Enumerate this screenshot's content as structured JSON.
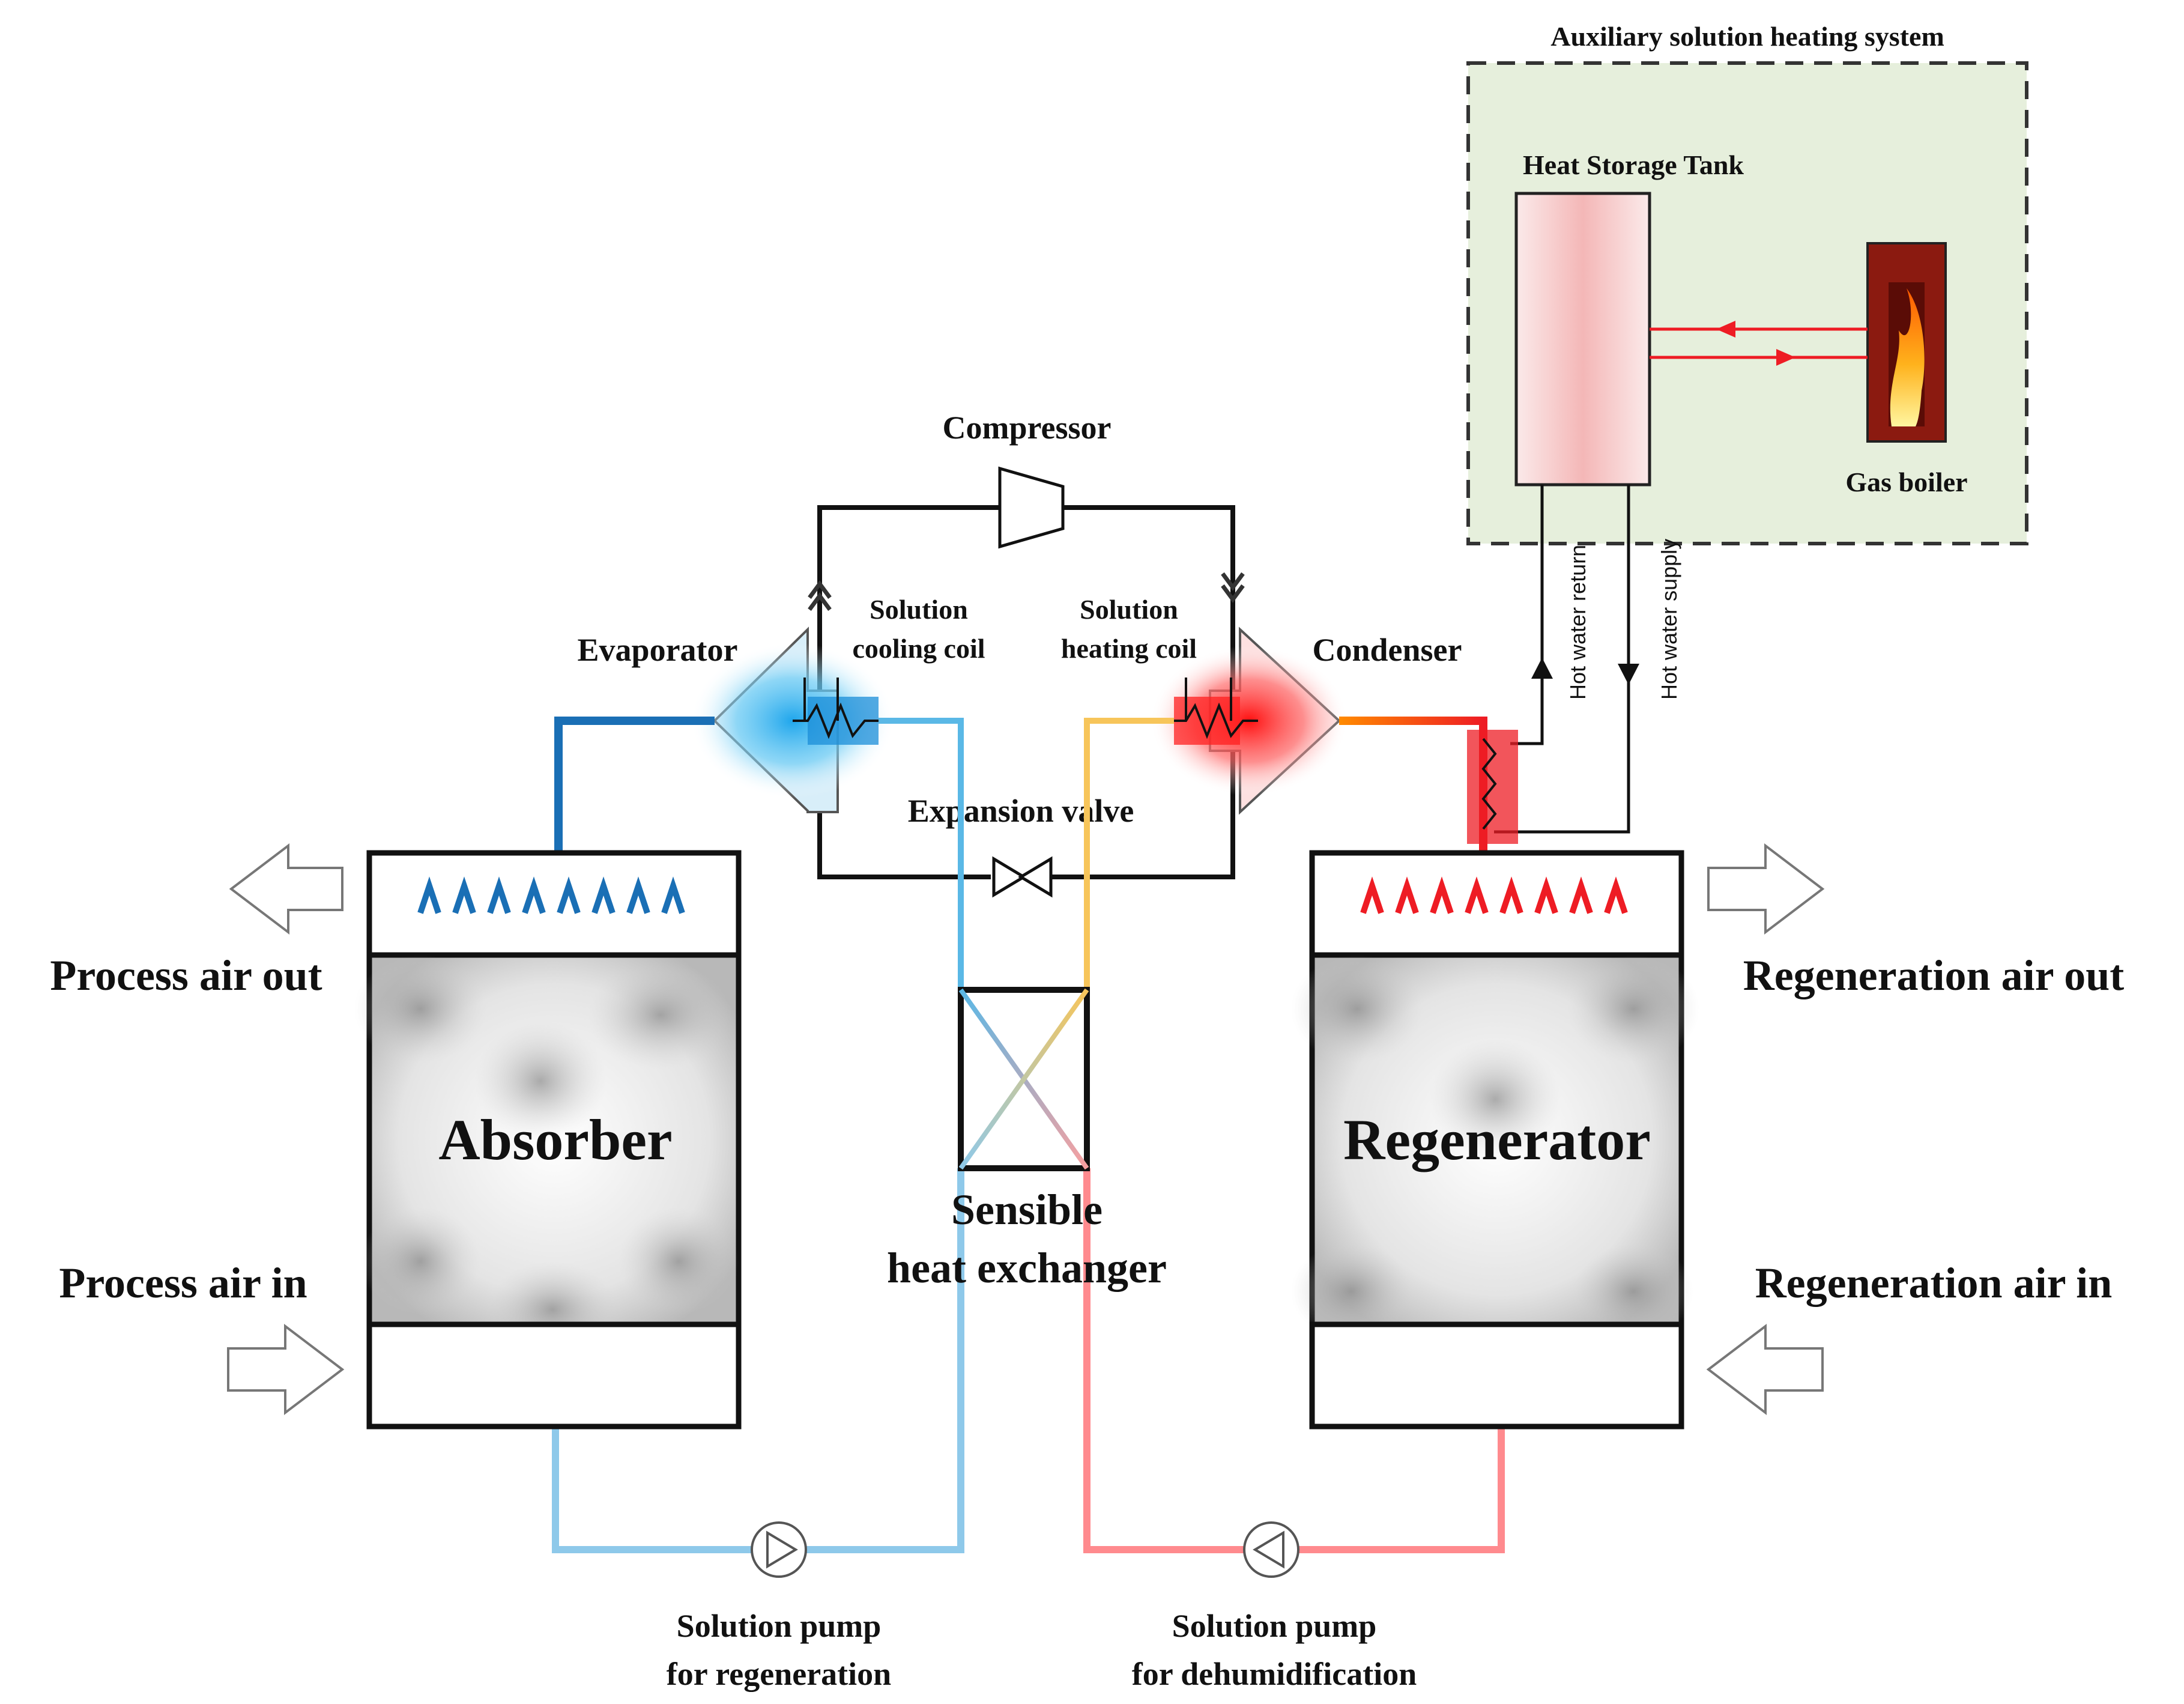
{
  "labels": {
    "auxiliary_system": "Auxiliary solution heating system",
    "heat_storage_tank": "Heat Storage Tank",
    "gas_boiler": "Gas boiler",
    "compressor": "Compressor",
    "evaporator": "Evaporator",
    "condenser": "Condenser",
    "solution_cooling_coil_1": "Solution",
    "solution_cooling_coil_2": "cooling coil",
    "solution_heating_coil_1": "Solution",
    "solution_heating_coil_2": "heating coil",
    "expansion_valve": "Expansion valve",
    "hot_water_return": "Hot water return",
    "hot_water_supply": "Hot water supply",
    "process_air_out": "Process air out",
    "process_air_in": "Process air in",
    "regeneration_air_out": "Regeneration air out",
    "regeneration_air_in": "Regeneration air in",
    "absorber": "Absorber",
    "regenerator": "Regenerator",
    "sensible_hx_1": "Sensible",
    "sensible_hx_2": "heat exchanger",
    "pump_regen_1": "Solution pump",
    "pump_regen_2": "for regeneration",
    "pump_dehum_1": "Solution pump",
    "pump_dehum_2": "for dehumidification"
  },
  "colors": {
    "cold_line": "#1a6fb5",
    "cool_line": "#5ab8e6",
    "hot_line": "#ee1c24",
    "warm_line": "#ff7a80",
    "yellow_line": "#f7c55a",
    "aux_background": "#e6efdc"
  }
}
